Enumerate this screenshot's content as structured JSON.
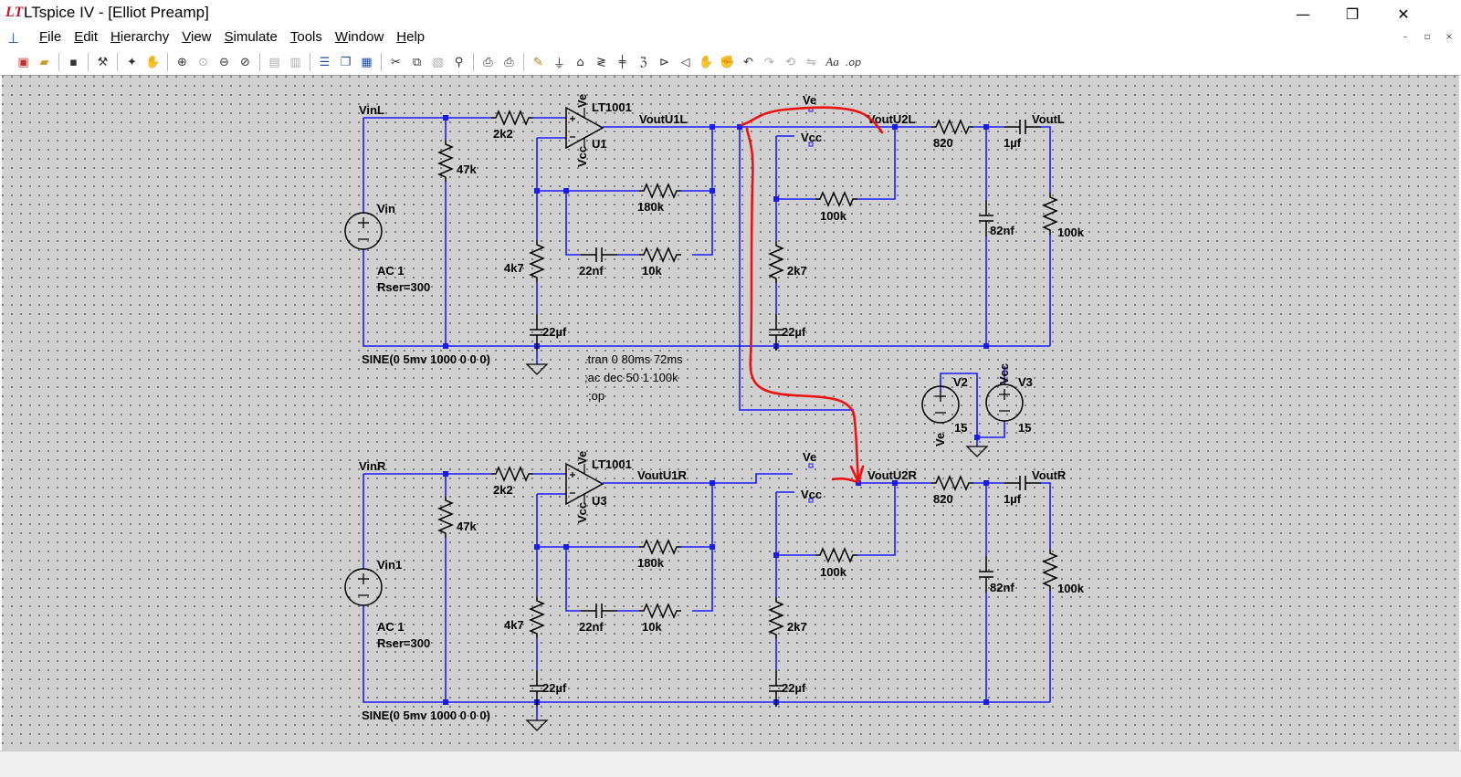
{
  "window": {
    "title": "LTspice IV - [Elliot Preamp]",
    "logo": "LT",
    "minimize_glyph": "—",
    "maximize_glyph": "❐",
    "close_glyph": "✕"
  },
  "menu": {
    "items": [
      "File",
      "Edit",
      "Hierarchy",
      "View",
      "Simulate",
      "Tools",
      "Window",
      "Help"
    ]
  },
  "toolbar": {
    "icons": [
      "new-schematic-icon",
      "open-icon",
      "save-icon",
      "control-panel-icon",
      "run-icon",
      "halt-icon",
      "zoom-in-icon",
      "zoom-area-icon",
      "zoom-out-icon",
      "zoom-cancel-icon",
      "autoscale-icon",
      "fit-icon",
      "tile-horizontal-icon",
      "cascade-icon",
      "tile-vertical-icon",
      "cut-icon",
      "copy-icon",
      "paste-icon",
      "find-icon",
      "print-setup-icon",
      "print-icon",
      "draw-wire-icon",
      "ground-icon",
      "label-net-icon",
      "resistor-icon",
      "capacitor-icon",
      "inductor-icon",
      "diode-icon",
      "component-icon",
      "move-icon",
      "drag-icon",
      "undo-icon",
      "redo-icon",
      "rotate-icon",
      "mirror-icon",
      "text-icon",
      "spice-directive-icon"
    ],
    "text_labels": {
      "text": "Aa",
      "directive": ".op"
    }
  },
  "schematic": {
    "top": {
      "net_in": "VinL",
      "source": "Vin",
      "source_ac": "AC 1",
      "source_rser": "Rser=300",
      "source_sine": "SINE(0 5mv 1000 0 0 0)",
      "r_in": "2k2",
      "r_shunt": "47k",
      "opamp_model": "LT1001",
      "opamp_ref": "U1",
      "pin_ve": "Ve",
      "pin_vcc": "Vcc",
      "net_out1": "VoutU1L",
      "r_fb": "180k",
      "c_fb": "22nf",
      "r_fb2": "10k",
      "r_g": "4k7",
      "c_g": "22µf",
      "net_ve": "Ve",
      "net_vcc": "Vcc",
      "net_out2": "VoutU2L",
      "r_fb_u2": "100k",
      "r_g_u2": "2k7",
      "c_g_u2": "22µf",
      "r_out": "820",
      "c_out": "1µf",
      "c_shunt": "82nf",
      "r_load": "100k",
      "net_out": "VoutL"
    },
    "bottom": {
      "net_in": "VinR",
      "source": "Vin1",
      "source_ac": "AC 1",
      "source_rser": "Rser=300",
      "source_sine": "SINE(0 5mv 1000 0 0 0)",
      "r_in": "2k2",
      "r_shunt": "47k",
      "opamp_model": "LT1001",
      "opamp_ref": "U3",
      "pin_ve": "Ve",
      "pin_vcc": "Vcc",
      "net_out1": "VoutU1R",
      "r_fb": "180k",
      "c_fb": "22nf",
      "r_fb2": "10k",
      "r_g": "4k7",
      "c_g": "22µf",
      "net_ve": "Ve",
      "net_vcc": "Vcc",
      "net_out2": "VoutU2R",
      "r_fb_u2": "100k",
      "r_g_u2": "2k7",
      "c_g_u2": "22µf",
      "r_out": "820",
      "c_out": "1µf",
      "c_shunt": "82nf",
      "r_load": "100k",
      "net_out": "VoutR"
    },
    "directives": [
      ".tran 0 80ms 72ms",
      ";ac dec 50 1 100k",
      ";op"
    ],
    "supplies": {
      "v2_ref": "V2",
      "v2_net": "Ve",
      "v2_value": "15",
      "v3_ref": "V3",
      "v3_net": "Vcc",
      "v3_value": "15"
    },
    "colors": {
      "wire": "#1a1aff",
      "canvas": "#d0d0d0",
      "annotation": "#ee1111"
    }
  }
}
